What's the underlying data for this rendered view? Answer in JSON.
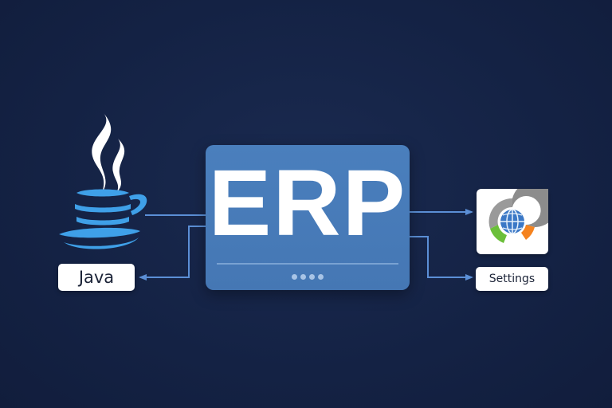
{
  "diagram": {
    "center_node": {
      "label": "ERP",
      "dot_count": 4
    },
    "left_node": {
      "icon": "java-coffee-cup-icon",
      "label": "Java"
    },
    "right_nodes": [
      {
        "icon": "settings-globe-chart-icon",
        "label": "Settings"
      }
    ],
    "edges": [
      {
        "from": "Java",
        "to": "ERP",
        "arrow": "none"
      },
      {
        "from": "ERP",
        "to": "Java",
        "arrow": "into Java"
      },
      {
        "from": "ERP",
        "to": "settings-icon-tile",
        "arrow": "into tile"
      },
      {
        "from": "ERP",
        "to": "Settings",
        "arrow": "into label"
      }
    ]
  },
  "colors": {
    "background": "#142244",
    "erp_card": "#4a7fbd",
    "connector": "#5b8fd6",
    "java_blue": "#3fa0e8",
    "label_bg": "#ffffff",
    "label_text": "#1c2438",
    "chart_gray": "#8c8c8c",
    "chart_green": "#6bbf3a",
    "chart_orange": "#f5831f",
    "globe_blue": "#3b78c6"
  }
}
